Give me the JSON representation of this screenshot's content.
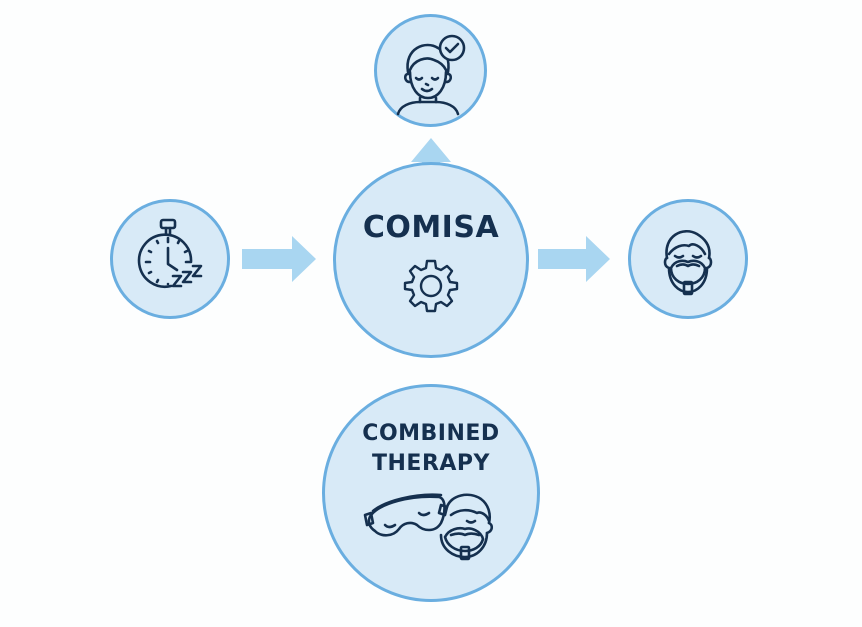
{
  "diagram": {
    "title": "COMISA treatment flow",
    "colors": {
      "node_fill": "#d8eaf7",
      "node_border": "#6aaee0",
      "arrow": "#a9d6f1",
      "ink": "#15304f"
    },
    "nodes": {
      "top": {
        "icon": "sleeping-face-check-icon",
        "label": ""
      },
      "left": {
        "icon": "stopwatch-zzz-icon",
        "label": ""
      },
      "center": {
        "icon": "gear-icon",
        "label": "COMISA"
      },
      "right": {
        "icon": "cpap-mask-face-icon",
        "label": ""
      },
      "bottom": {
        "icon": "sleep-mask-and-cpap-icon",
        "label_line1": "COMBINED",
        "label_line2": "THERAPY"
      }
    },
    "edges": [
      {
        "from": "left",
        "to": "center"
      },
      {
        "from": "center",
        "to": "right"
      },
      {
        "from": "center",
        "to": "top"
      }
    ]
  }
}
